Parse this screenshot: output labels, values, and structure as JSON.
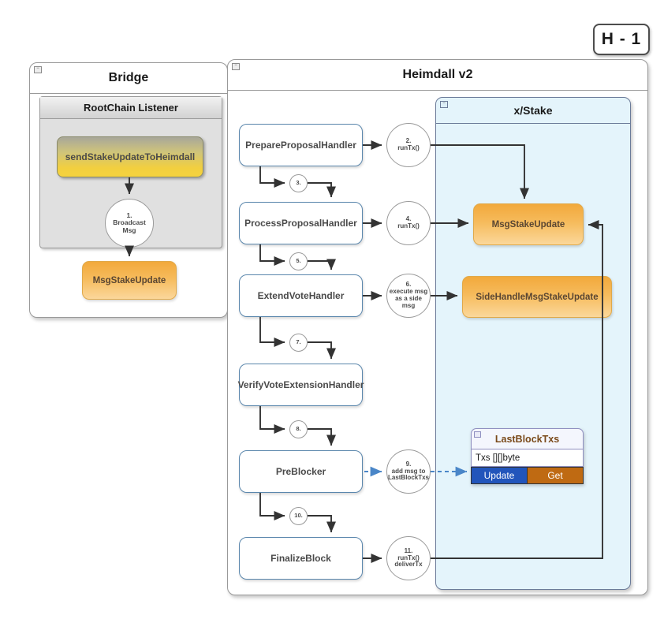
{
  "title_badge": {
    "label": "H - 1"
  },
  "bridge": {
    "title": "Bridge",
    "rootchain": {
      "title": "RootChain Listener",
      "method": "sendStakeUpdateToHeimdall",
      "broadcast_circle": {
        "step": "1.",
        "line1": "Broadcast",
        "line2": "Msg"
      }
    },
    "msg": "MsgStakeUpdate"
  },
  "heimdall": {
    "title": "Heimdall v2",
    "handlers": [
      {
        "label": "PrepareProposalHandler"
      },
      {
        "label": "ProcessProposalHandler"
      },
      {
        "label": "ExtendVoteHandler"
      },
      {
        "label": "VerifyVoteExtensionHandler"
      },
      {
        "label": "PreBlocker"
      },
      {
        "label": "FinalizeBlock"
      }
    ],
    "step_circles": [
      {
        "step": "3."
      },
      {
        "step": "5."
      },
      {
        "step": "7."
      },
      {
        "step": "8."
      },
      {
        "step": "10."
      }
    ],
    "call_circles": [
      {
        "step": "2.",
        "line1": "runTx()",
        "line2": "",
        "line3": ""
      },
      {
        "step": "4.",
        "line1": "runTx()",
        "line2": "",
        "line3": ""
      },
      {
        "step": "6.",
        "line1": "execute msg",
        "line2": "as a side",
        "line3": "msg"
      },
      {
        "step": "9.",
        "line1": "add msg to",
        "line2": "LastBlockTxs",
        "line3": ""
      },
      {
        "step": "11.",
        "line1": "runTx()",
        "line2": "deliverTx",
        "line3": ""
      }
    ]
  },
  "xstake": {
    "title": "x/Stake",
    "msg_stake_update": "MsgStakeUpdate",
    "side_handle": "SideHandleMsgStakeUpdate",
    "last_block_txs": {
      "title": "LastBlockTxs",
      "field": "Txs [][]byte",
      "op_update": "Update",
      "op_get": "Get"
    }
  },
  "colors": {
    "panel_border": "#999999",
    "handler_border": "#5b87ad",
    "xstake_bg": "#e4f4fb",
    "orange": "#f2a93c",
    "yellow": "#f2cf3f",
    "update_blue": "#2255bb",
    "get_orange": "#bf6a12",
    "dashed_arrow": "#4a86c8"
  }
}
